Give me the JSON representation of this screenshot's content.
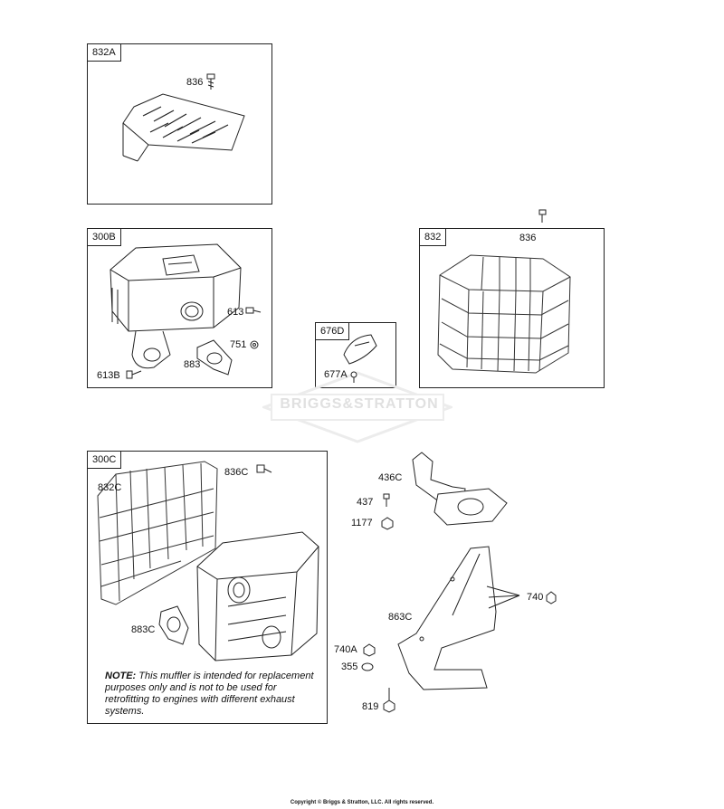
{
  "groups": {
    "g832A": {
      "tag": "832A"
    },
    "g300B": {
      "tag": "300B"
    },
    "g832": {
      "tag": "832"
    },
    "g676D": {
      "tag": "676D"
    },
    "g300C": {
      "tag": "300C"
    }
  },
  "labels": {
    "p836a": "836",
    "p613": "613",
    "p751": "751",
    "p883": "883",
    "p613B": "613B",
    "p836b": "836",
    "p677A": "677A",
    "p836C": "836C",
    "p832C": "832C",
    "p883C": "883C",
    "p436C": "436C",
    "p437": "437",
    "p1177": "1177",
    "p740": "740",
    "p863C": "863C",
    "p740A": "740A",
    "p355": "355",
    "p819": "819"
  },
  "watermark": "BRIGGS&STRATTON",
  "note": {
    "heading": "NOTE:",
    "body": "This muffler is intended for replacement purposes only and is not to be used for retrofitting to engines with different exhaust systems."
  },
  "copyright": "Copyright © Briggs & Stratton, LLC. All rights reserved."
}
